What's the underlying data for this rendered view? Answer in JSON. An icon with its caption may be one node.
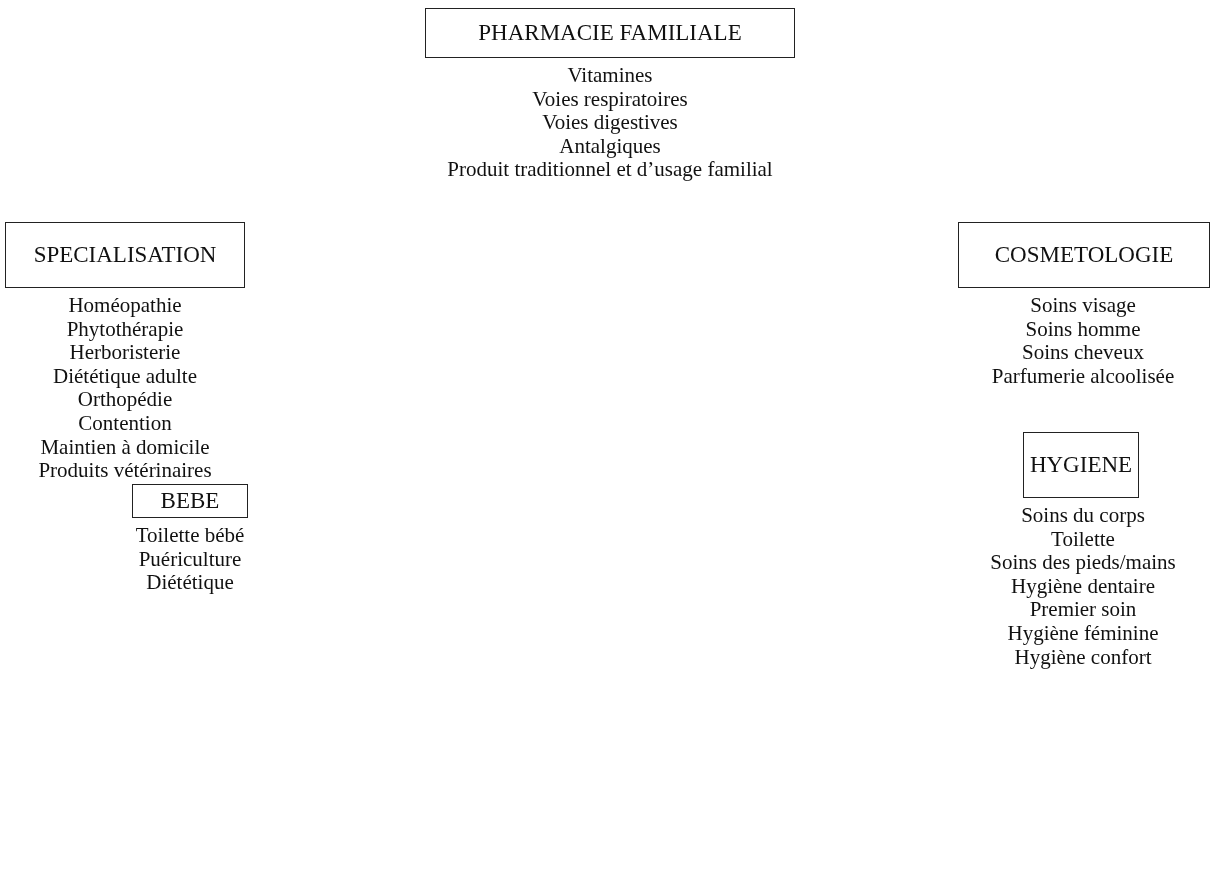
{
  "diagram": {
    "nodes": [
      {
        "text": [
          "PHARMACIE FAMILIALE"
        ],
        "beside": [
          "Vitamines",
          "Voies respiratoires",
          "Voies digestives",
          "Antalgiques",
          "Produit traditionnel et d’usage familial"
        ]
      },
      {
        "text": [
          "SPECIALISATION"
        ],
        "beside": [
          "Homéopathie",
          "Phytothérapie",
          "Herboristerie",
          "Diététique adulte",
          "Orthopédie",
          "Contention",
          "Maintien à domicile",
          "Produits vétérinaires"
        ]
      },
      {
        "text": [
          "BEBE"
        ],
        "beside": [
          "Toilette bébé",
          "Puériculture",
          "Diététique"
        ]
      },
      {
        "text": [
          "COSMETOLOGIE"
        ],
        "beside": [
          "Soins visage",
          "Soins homme",
          "Soins cheveux",
          "Parfumerie alcoolisée"
        ]
      },
      {
        "text": [
          "HYGIENE"
        ],
        "beside": [
          "Soins du corps",
          "Toilette",
          "Soins des pieds/mains",
          "Hygiène dentaire",
          "Premier soin",
          "Hygiène féminine",
          "Hygiène confort"
        ]
      }
    ],
    "edges": []
  }
}
